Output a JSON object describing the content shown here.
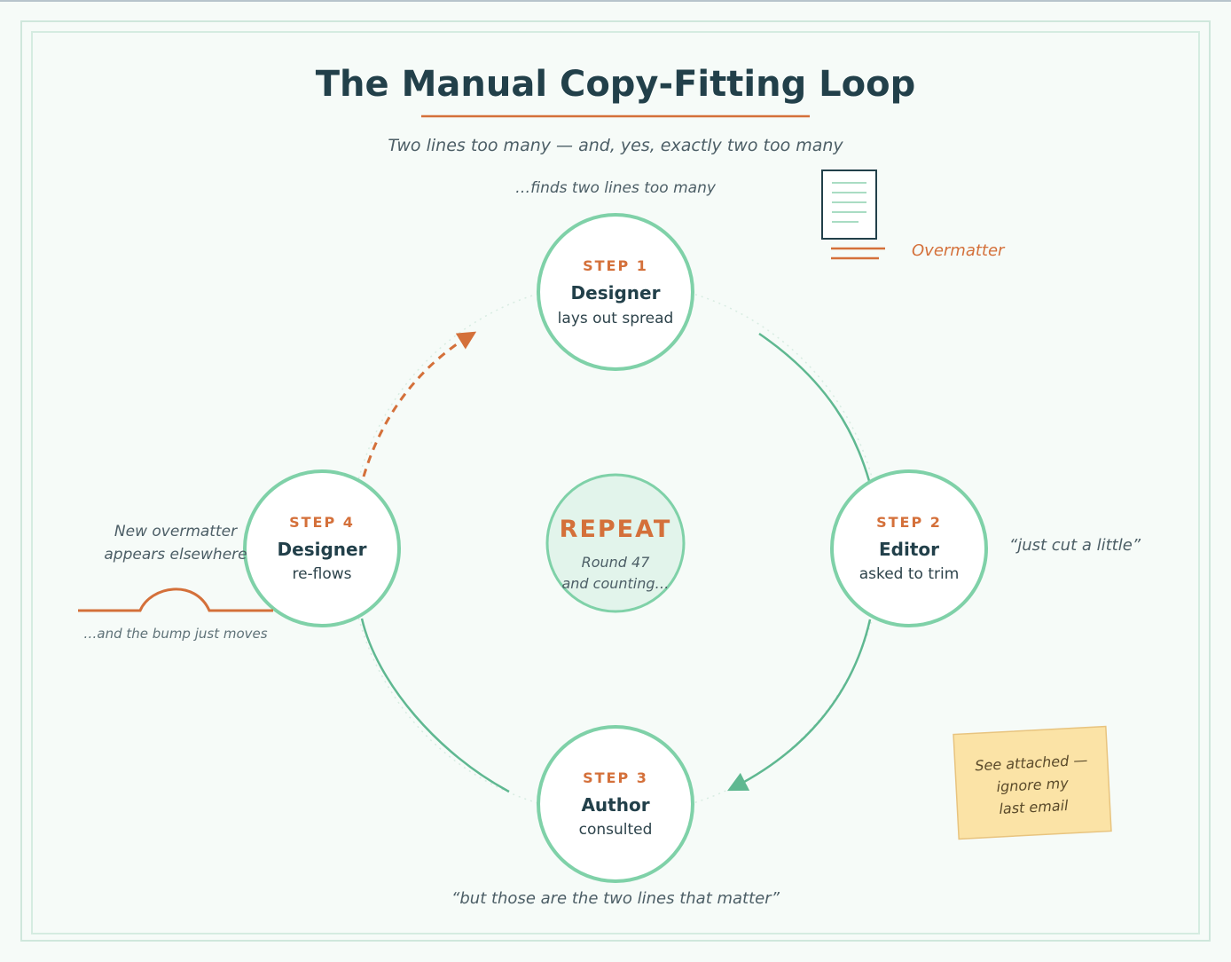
{
  "title": "The Manual Copy-Fitting Loop",
  "subtitle": "Two lines too many — and, yes, exactly two too many",
  "colors": {
    "ink": "#22404a",
    "accent": "#d4703a",
    "green": "#7fd1a8",
    "green_dark": "#4fa883",
    "panel": "#f3f9f6",
    "note": "#fbe3a6"
  },
  "annotations": {
    "top": "…finds two lines too many",
    "right": "“just cut a little”",
    "bottom": "“but those are the two lines that matter”",
    "left_line1": "New overmatter",
    "left_line2": "appears elsewhere",
    "bump": "…and the bump just moves"
  },
  "overmatter_label": "Overmatter",
  "steps": [
    {
      "kicker": "STEP 1",
      "role": "Designer",
      "action": "lays out spread"
    },
    {
      "kicker": "STEP 2",
      "role": "Editor",
      "action": "asked to trim"
    },
    {
      "kicker": "STEP 3",
      "role": "Author",
      "action": "consulted"
    },
    {
      "kicker": "STEP 4",
      "role": "Designer",
      "action": "re-flows"
    }
  ],
  "center": {
    "label": "REPEAT",
    "line1": "Round 47",
    "line2": "and counting…"
  },
  "sticky_note": {
    "line1": "See attached —",
    "line2": "ignore my",
    "line3": "last email"
  }
}
